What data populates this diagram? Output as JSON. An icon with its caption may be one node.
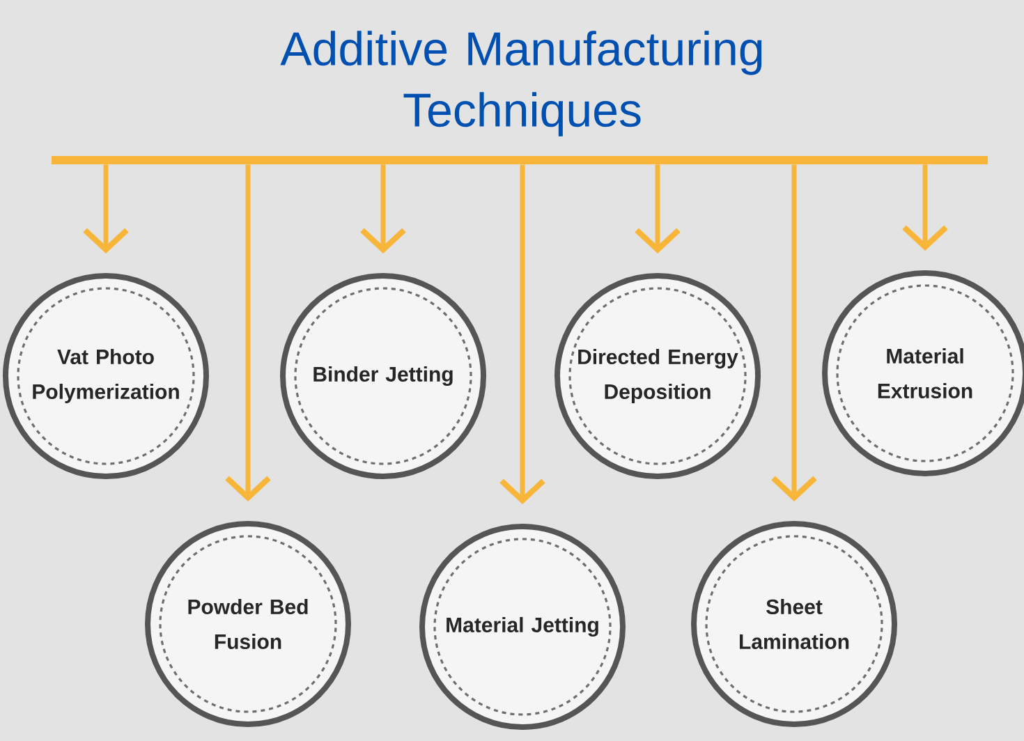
{
  "diagram": {
    "title": "Additive Manufacturing Techniques",
    "nodes": [
      {
        "text": [],
        "shape": "bar"
      },
      {
        "text": [
          "Vat Photo Polymerization"
        ]
      },
      {
        "text": [
          "Binder Jetting"
        ]
      },
      {
        "text": [
          "Directed Energy Deposition"
        ]
      },
      {
        "text": [
          "Material Extrusion"
        ]
      },
      {
        "text": [
          "Powder Bed Fusion"
        ]
      },
      {
        "text": [
          "Material Jetting"
        ]
      },
      {
        "text": [
          "Sheet Lamination"
        ]
      }
    ],
    "edges": [
      {
        "from": 0,
        "to": 1,
        "arrow": "to"
      },
      {
        "from": 0,
        "to": 2,
        "arrow": "to"
      },
      {
        "from": 0,
        "to": 3,
        "arrow": "to"
      },
      {
        "from": 0,
        "to": 4,
        "arrow": "to"
      },
      {
        "from": 0,
        "to": 5,
        "arrow": "to"
      },
      {
        "from": 0,
        "to": 6,
        "arrow": "to"
      },
      {
        "from": 0,
        "to": 7,
        "arrow": "to"
      }
    ]
  }
}
